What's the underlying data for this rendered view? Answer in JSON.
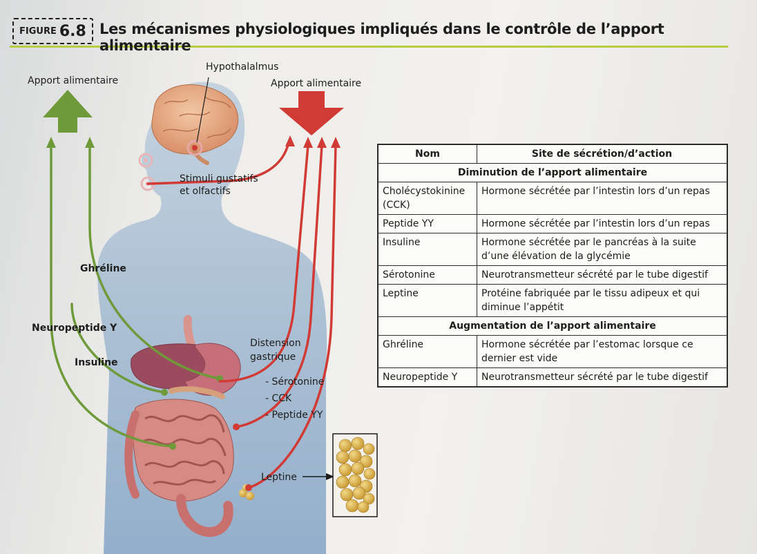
{
  "figure": {
    "label_word": "FIGURE",
    "label_number": "6.8",
    "title": "Les mécanismes physiologiques impliqués dans le contrôle de l’apport alimentaire",
    "accent_color": "#b7cc3e"
  },
  "diagram": {
    "hypothalamus": "Hypothalalmus",
    "intake_increase": "Apport alimentaire",
    "intake_decrease": "Apport alimentaire",
    "stimuli_line1": "Stimuli gustatifs",
    "stimuli_line2": "et olfactifs",
    "ghrelin": "Ghréline",
    "neuropeptide": "Neuropeptide Y",
    "insulin": "Insuline",
    "distension_line1": "Distension",
    "distension_line2": "gastrique",
    "gut_hormone_1": "- Sérotonine",
    "gut_hormone_2": "- CCK",
    "gut_hormone_3": "- Peptide YY",
    "leptin": "Leptine",
    "increase_color": "#6f9a3a",
    "decrease_color": "#d23a35"
  },
  "table": {
    "headers": [
      "Nom",
      "Site de sécrétion/d’action"
    ],
    "decrease_title": "Diminution de l’apport alimentaire",
    "decrease_rows": [
      [
        "Cholécystokinine (CCK)",
        "Hormone sécrétée par l’intestin lors d’un repas"
      ],
      [
        "Peptide YY",
        "Hormone sécrétée par l’intestin lors d’un repas"
      ],
      [
        "Insuline",
        "Hormone sécrétée par le pancréas à la suite d’une élévation de la glycémie"
      ],
      [
        "Sérotonine",
        "Neurotransmetteur sécrété par le tube digestif"
      ],
      [
        "Leptine",
        "Protéine fabriquée par le tissu adipeux et qui diminue l’appétit"
      ]
    ],
    "increase_title": "Augmentation de l’apport alimentaire",
    "increase_rows": [
      [
        "Ghréline",
        "Hormone sécrétée par l’estomac lorsque ce dernier est vide"
      ],
      [
        "Neuropeptide Y",
        "Neurotransmetteur sécrété par le tube digestif"
      ]
    ]
  }
}
